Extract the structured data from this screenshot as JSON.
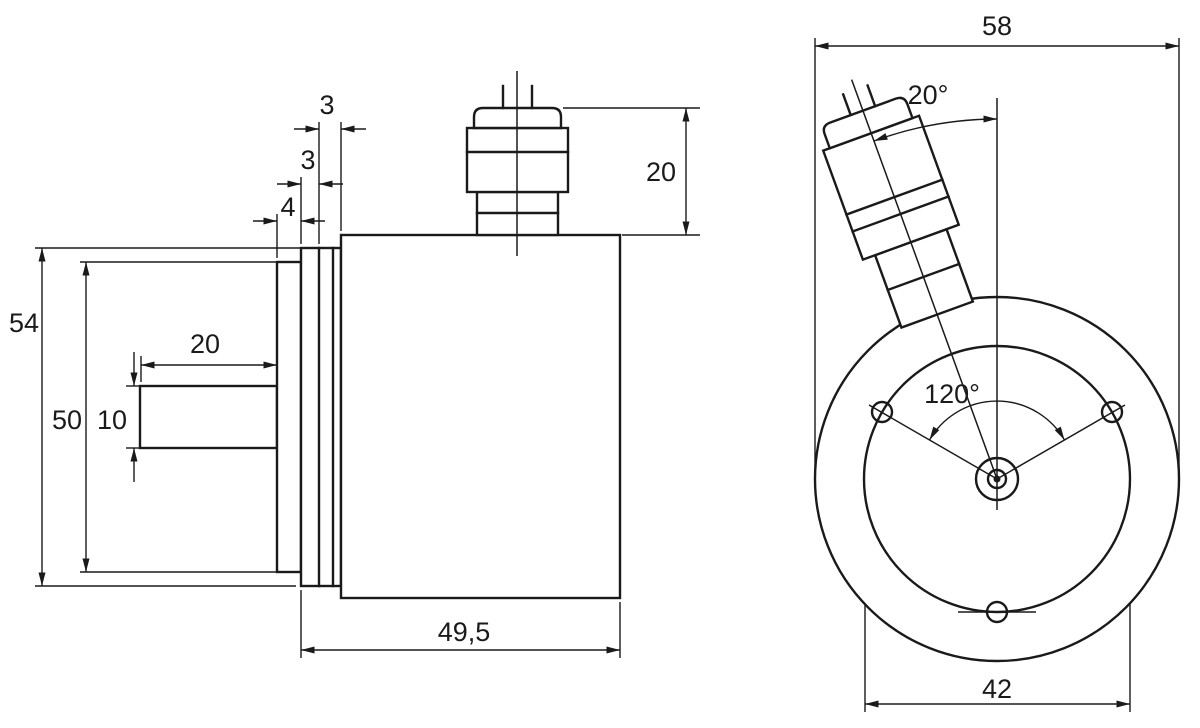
{
  "colors": {
    "line": "#1a1a1a",
    "background": "#ffffff"
  },
  "side_view": {
    "labels": {
      "dim_3_outer": "3",
      "dim_3_inner": "3",
      "dim_4": "4",
      "dim_54": "54",
      "dim_50": "50",
      "dim_10": "10",
      "dim_20_shaft": "20",
      "dim_20_connector": "20",
      "dim_49_5": "49,5"
    }
  },
  "front_view": {
    "labels": {
      "dim_58": "58",
      "dim_angle_connector": "20°",
      "dim_angle_holes": "120°",
      "dim_42": "42"
    }
  }
}
